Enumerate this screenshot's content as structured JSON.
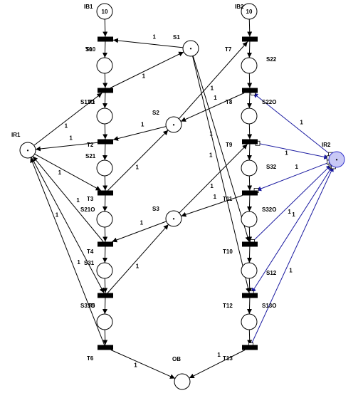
{
  "colors": {
    "arc": "#000000",
    "selected_arc": "#1a1aa0",
    "selected_place_fill": "#c8c8f5",
    "transition": "#000000"
  },
  "places": [
    {
      "id": "IB1",
      "label": "IB1",
      "tokens": "10"
    },
    {
      "id": "S1x",
      "label": "S10",
      "tokens": ""
    },
    {
      "id": "S11",
      "label": "S11O",
      "tokens": ""
    },
    {
      "id": "S21",
      "label": "S21",
      "tokens": ""
    },
    {
      "id": "S21O",
      "label": "S21O",
      "tokens": ""
    },
    {
      "id": "S31",
      "label": "S31",
      "tokens": ""
    },
    {
      "id": "S31O",
      "label": "S31O",
      "tokens": ""
    },
    {
      "id": "IB2",
      "label": "IB2",
      "tokens": "10"
    },
    {
      "id": "S22",
      "label": "S22",
      "tokens": ""
    },
    {
      "id": "S22O",
      "label": "S22O",
      "tokens": ""
    },
    {
      "id": "S32",
      "label": "S32",
      "tokens": ""
    },
    {
      "id": "S32O",
      "label": "S32O",
      "tokens": ""
    },
    {
      "id": "S12",
      "label": "S12",
      "tokens": ""
    },
    {
      "id": "S13O",
      "label": "S13O",
      "tokens": ""
    },
    {
      "id": "S1",
      "label": "S1",
      "tokens": "•"
    },
    {
      "id": "S2",
      "label": "S2",
      "tokens": "•"
    },
    {
      "id": "S3",
      "label": "S3",
      "tokens": "•"
    },
    {
      "id": "IR1",
      "label": "IR1",
      "tokens": "•"
    },
    {
      "id": "IR2",
      "label": "IR2",
      "tokens": "•"
    },
    {
      "id": "OB",
      "label": "OB",
      "tokens": ""
    },
    {
      "id": "PL",
      "label": "",
      "tokens": ""
    },
    {
      "id": "PR",
      "label": "",
      "tokens": ""
    }
  ],
  "transitions": [
    {
      "id": "T0",
      "label": "T0"
    },
    {
      "id": "T1",
      "label": "T1"
    },
    {
      "id": "T2",
      "label": "T2"
    },
    {
      "id": "T3",
      "label": "T3"
    },
    {
      "id": "T4",
      "label": "T4"
    },
    {
      "id": "T5",
      "label": "T5"
    },
    {
      "id": "T6",
      "label": "T6"
    },
    {
      "id": "T7",
      "label": "T7"
    },
    {
      "id": "T8",
      "label": "T8"
    },
    {
      "id": "T9",
      "label": "T9"
    },
    {
      "id": "T11",
      "label": "T11"
    },
    {
      "id": "T10",
      "label": "T10"
    },
    {
      "id": "T12",
      "label": "T12"
    },
    {
      "id": "T13",
      "label": "T13"
    }
  ],
  "arcs": [
    {
      "from": "IB1",
      "to": "T0",
      "weight": ""
    },
    {
      "from": "T0",
      "to": "S1x",
      "weight": ""
    },
    {
      "from": "S1x",
      "to": "T1",
      "weight": ""
    },
    {
      "from": "T1",
      "to": "S11",
      "weight": ""
    },
    {
      "from": "S11",
      "to": "T2",
      "weight": ""
    },
    {
      "from": "T2",
      "to": "S21",
      "weight": ""
    },
    {
      "from": "S21",
      "to": "T3",
      "weight": ""
    },
    {
      "from": "T3",
      "to": "S21O",
      "weight": ""
    },
    {
      "from": "S21O",
      "to": "T4",
      "weight": ""
    },
    {
      "from": "T4",
      "to": "S31",
      "weight": ""
    },
    {
      "from": "S31",
      "to": "T5",
      "weight": ""
    },
    {
      "from": "T5",
      "to": "S31O",
      "weight": ""
    },
    {
      "from": "S31O",
      "to": "T6",
      "weight": ""
    },
    {
      "from": "S1",
      "to": "T0",
      "weight": "1"
    },
    {
      "from": "T1",
      "to": "S1",
      "weight": "1"
    },
    {
      "from": "S2",
      "to": "T2",
      "weight": "1"
    },
    {
      "from": "T3",
      "to": "S2",
      "weight": "1"
    },
    {
      "from": "S3",
      "to": "T4",
      "weight": "1"
    },
    {
      "from": "T5",
      "to": "S3",
      "weight": "1"
    },
    {
      "from": "IR1",
      "to": "T1",
      "weight": "1"
    },
    {
      "from": "T2",
      "to": "IR1",
      "weight": "1"
    },
    {
      "from": "IR1",
      "to": "T3",
      "weight": "1"
    },
    {
      "from": "T4",
      "to": "IR1",
      "weight": "1"
    },
    {
      "from": "IR1",
      "to": "T5",
      "weight": "1"
    },
    {
      "from": "T6",
      "to": "IR1",
      "weight": "1"
    },
    {
      "from": "T6",
      "to": "OB",
      "weight": "1"
    },
    {
      "from": "IB2",
      "to": "T7",
      "weight": ""
    },
    {
      "from": "T7",
      "to": "S22",
      "weight": ""
    },
    {
      "from": "S22",
      "to": "T8",
      "weight": ""
    },
    {
      "from": "T8",
      "to": "S22O",
      "weight": ""
    },
    {
      "from": "S22O",
      "to": "T9",
      "weight": ""
    },
    {
      "from": "T9",
      "to": "S32",
      "weight": ""
    },
    {
      "from": "S32",
      "to": "T11",
      "weight": ""
    },
    {
      "from": "T11",
      "to": "S32O",
      "weight": ""
    },
    {
      "from": "S32O",
      "to": "T10",
      "weight": ""
    },
    {
      "from": "T10",
      "to": "S12",
      "weight": ""
    },
    {
      "from": "S12",
      "to": "T12",
      "weight": ""
    },
    {
      "from": "T12",
      "to": "S13O",
      "weight": ""
    },
    {
      "from": "S13O",
      "to": "T13",
      "weight": ""
    },
    {
      "from": "S2",
      "to": "T7",
      "weight": "1"
    },
    {
      "from": "T8",
      "to": "S2",
      "weight": "1"
    },
    {
      "from": "S3",
      "to": "T9",
      "weight": "1"
    },
    {
      "from": "T11",
      "to": "S3",
      "weight": "1"
    },
    {
      "from": "S1",
      "to": "T10",
      "weight": "1"
    },
    {
      "from": "S1",
      "to": "T12",
      "weight": "1"
    },
    {
      "from": "T13",
      "to": "OB",
      "weight": "1"
    },
    {
      "from": "IR2",
      "to": "T8",
      "weight": "1",
      "sel": true
    },
    {
      "from": "T9",
      "to": "IR2",
      "weight": "1",
      "sel": true
    },
    {
      "from": "IR2",
      "to": "T11",
      "weight": "1",
      "sel": true
    },
    {
      "from": "T10",
      "to": "IR2",
      "weight": "1",
      "sel": true
    },
    {
      "from": "IR2",
      "to": "T12",
      "weight": "1",
      "sel": true
    },
    {
      "from": "T13",
      "to": "IR2",
      "weight": "1",
      "sel": true
    }
  ],
  "extra_labels": []
}
